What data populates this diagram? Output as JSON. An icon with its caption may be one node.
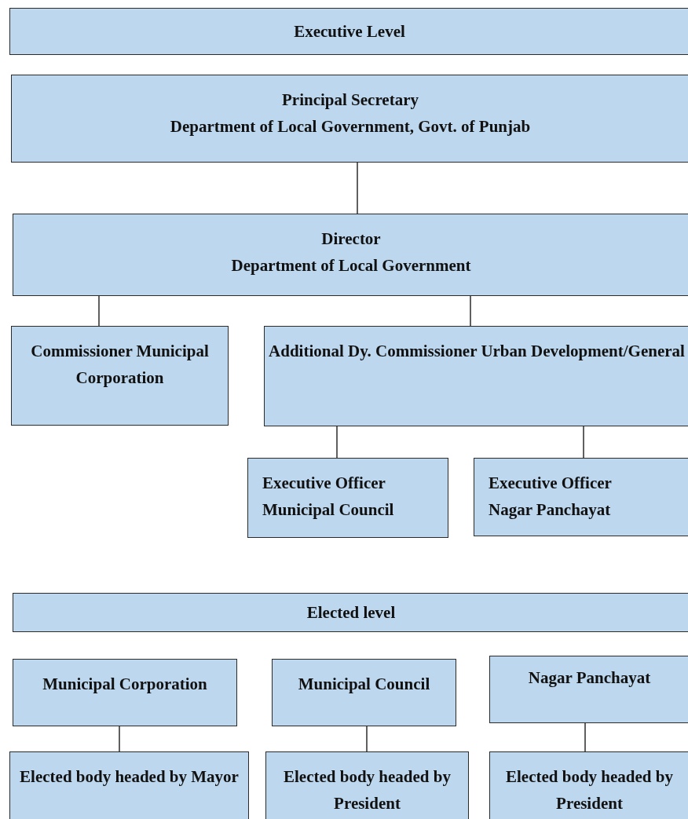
{
  "diagram": {
    "nodes": [
      {
        "text": [
          "Executive Level"
        ]
      },
      {
        "text": [
          "Principal Secretary",
          "Department of Local Government, Govt. of Punjab"
        ]
      },
      {
        "text": [
          "Director",
          "Department of Local Government"
        ]
      },
      {
        "text": [
          "Commissioner Municipal Corporation"
        ]
      },
      {
        "text": [
          "Additional Dy. Commissioner Urban Development/General"
        ]
      },
      {
        "text": [
          "Executive Officer",
          "Municipal Council"
        ]
      },
      {
        "text": [
          "Executive Officer",
          "Nagar Panchayat"
        ]
      },
      {
        "text": [
          "Elected level"
        ]
      },
      {
        "text": [
          "Municipal Corporation"
        ]
      },
      {
        "text": [
          "Municipal Council"
        ]
      },
      {
        "text": [
          "Nagar Panchayat"
        ]
      },
      {
        "text": [
          "Elected body headed by Mayor"
        ]
      },
      {
        "text": [
          "Elected body headed by President"
        ]
      },
      {
        "text": [
          "Elected body headed by President"
        ]
      }
    ],
    "edges": [
      {
        "from": 1,
        "to": 2,
        "arrow": "none"
      },
      {
        "from": 2,
        "to": 3,
        "arrow": "none"
      },
      {
        "from": 2,
        "to": 4,
        "arrow": "none"
      },
      {
        "from": 4,
        "to": 5,
        "arrow": "none"
      },
      {
        "from": 4,
        "to": 6,
        "arrow": "none"
      },
      {
        "from": 8,
        "to": 11,
        "arrow": "none"
      },
      {
        "from": 9,
        "to": 12,
        "arrow": "none"
      },
      {
        "from": 10,
        "to": 13,
        "arrow": "none"
      }
    ]
  }
}
